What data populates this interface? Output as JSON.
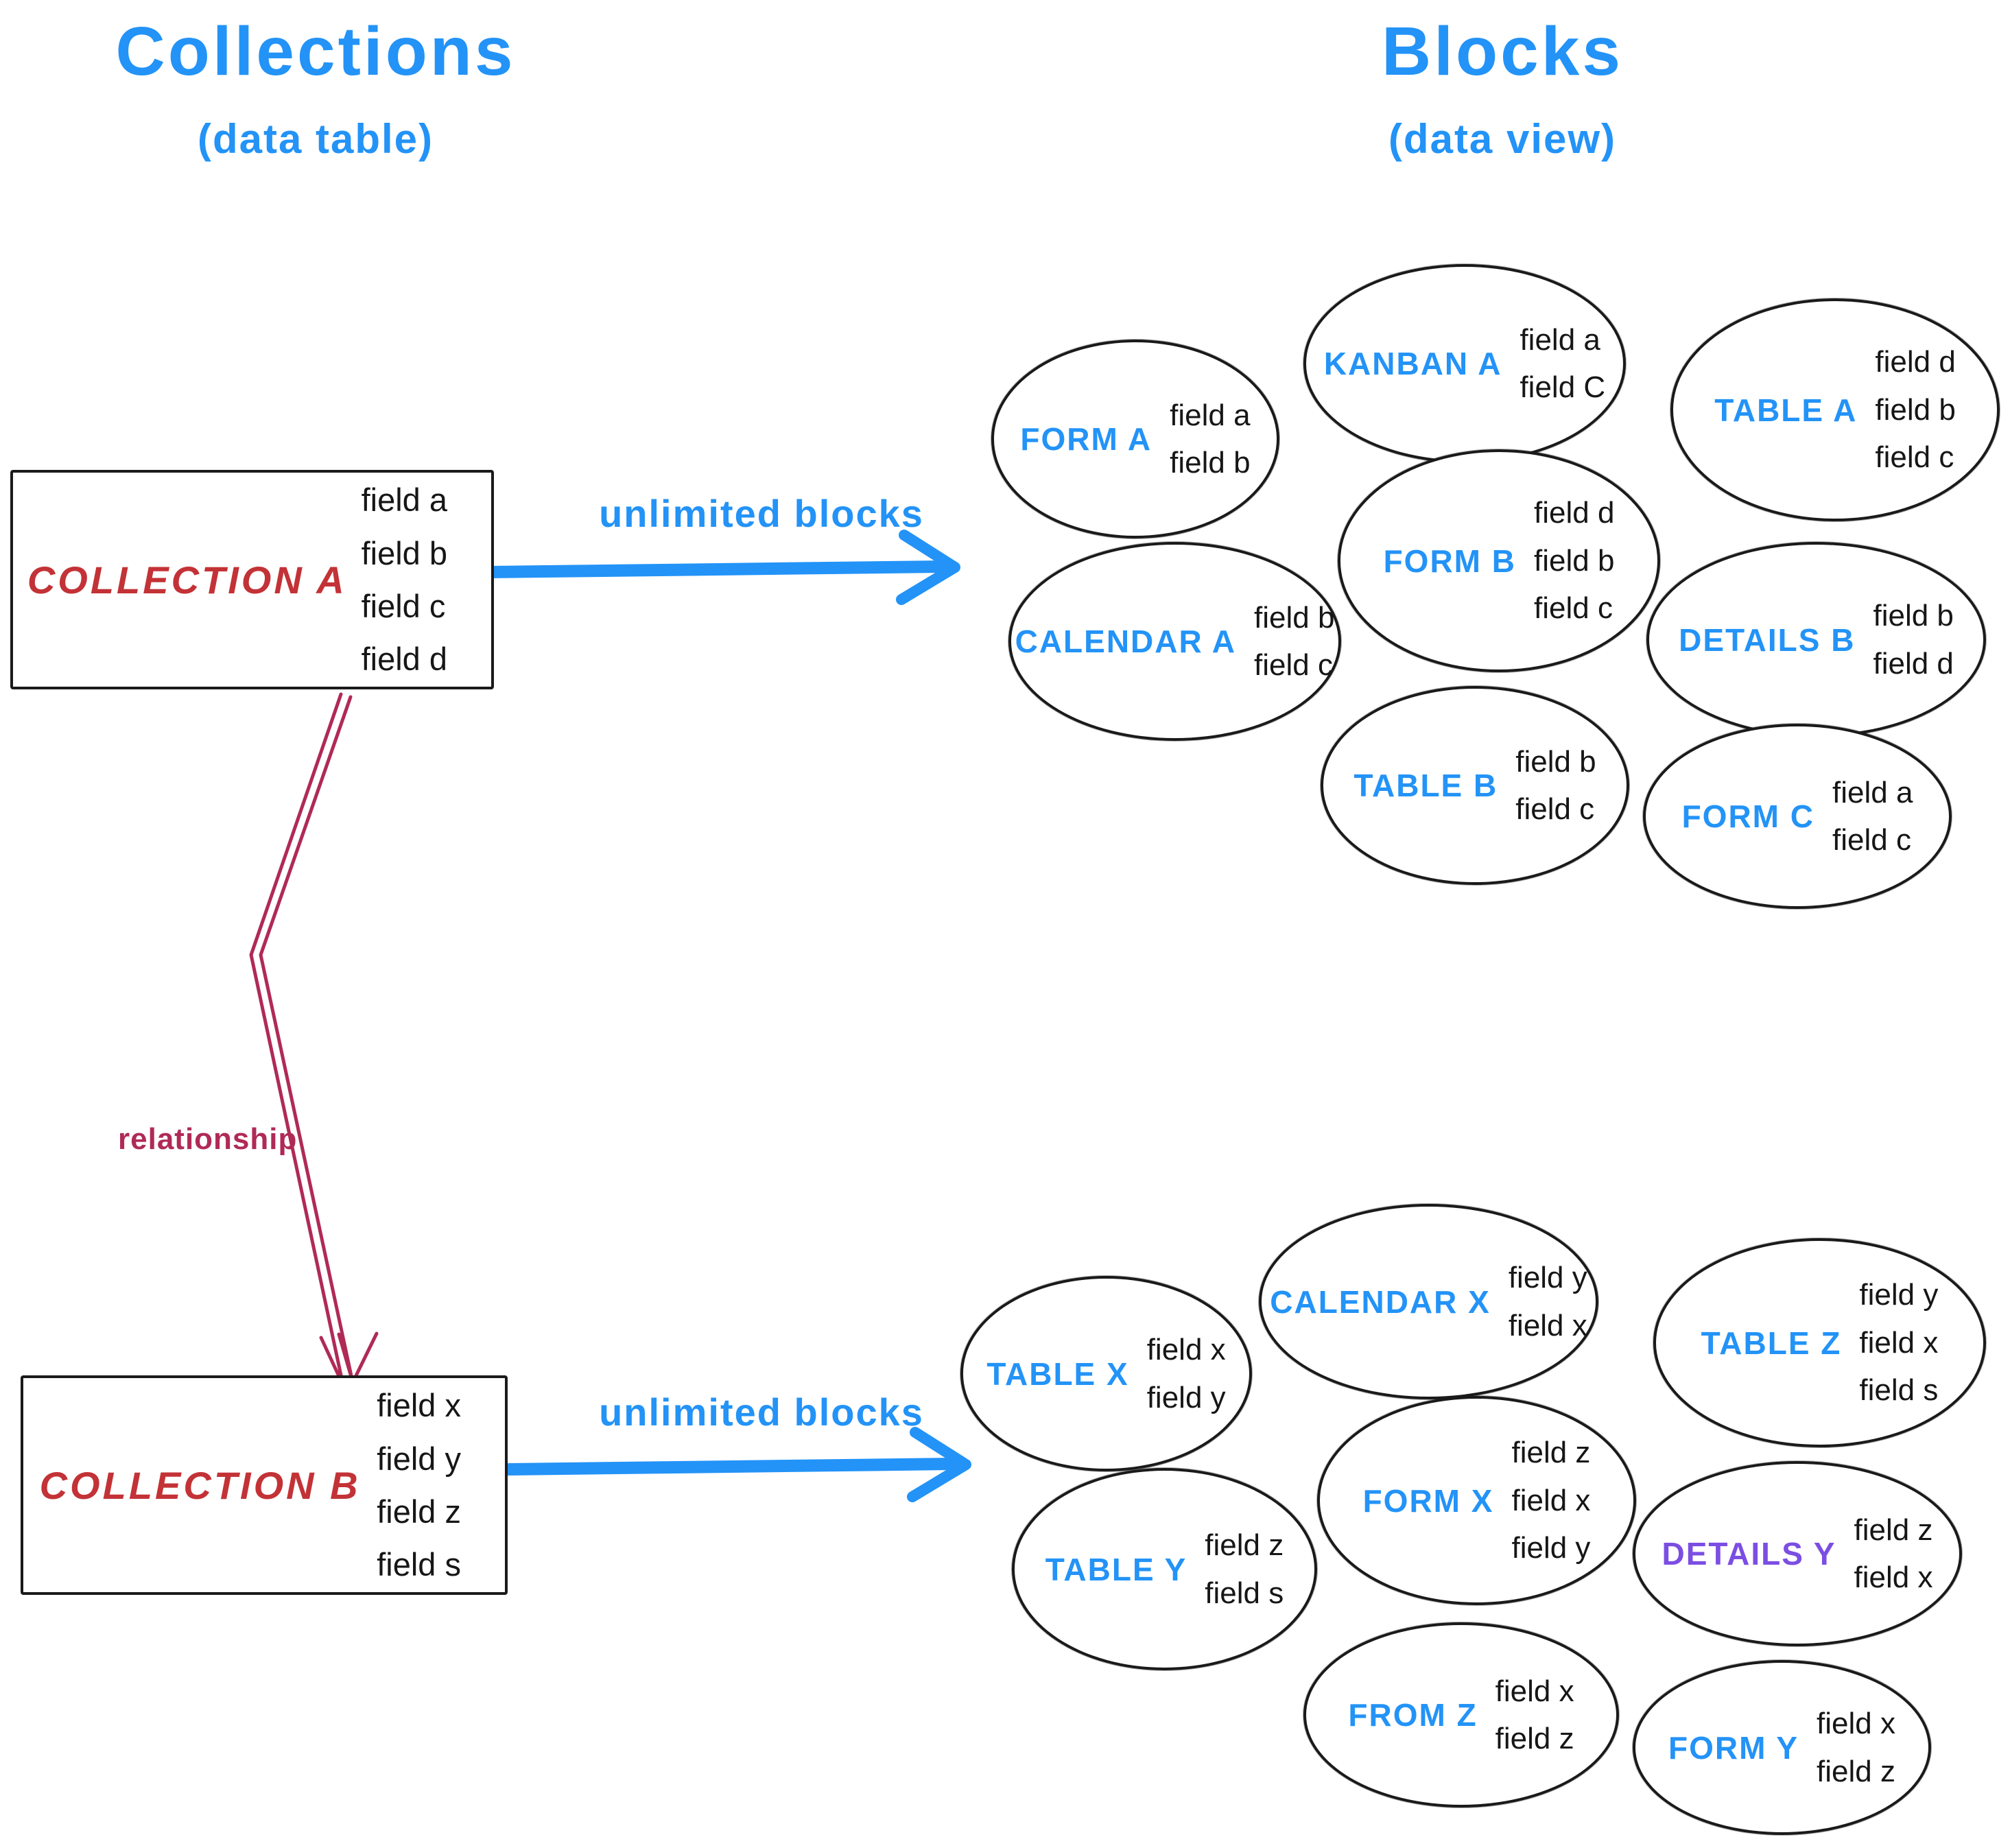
{
  "left_column": {
    "title": "Collections",
    "subtitle": "(data table)",
    "arrow_label_top": "unlimited blocks",
    "arrow_label_bottom": "unlimited blocks",
    "relationship_label": "relationship"
  },
  "right_column": {
    "title": "Blocks",
    "subtitle": "(data view)"
  },
  "collections": [
    {
      "label": "COLLECTION A",
      "fields": [
        "field a",
        "field b",
        "field c",
        "field d"
      ]
    },
    {
      "label": "COLLECTION B",
      "fields": [
        "field x",
        "field y",
        "field z",
        "field s"
      ]
    }
  ],
  "blocks_a": [
    {
      "key": "form-a",
      "label": "FORM A",
      "fields": [
        "field a",
        "field b"
      ]
    },
    {
      "key": "kanban-a",
      "label": "KANBAN A",
      "fields": [
        "field a",
        "field C"
      ]
    },
    {
      "key": "table-a",
      "label": "TABLE A",
      "fields": [
        "field d",
        "field b",
        "field c"
      ]
    },
    {
      "key": "calendar-a",
      "label": "CALENDAR A",
      "fields": [
        "field b",
        "field c"
      ]
    },
    {
      "key": "form-b",
      "label": "FORM B",
      "fields": [
        "field d",
        "field b",
        "field c"
      ]
    },
    {
      "key": "details-b",
      "label": "DETAILS B",
      "fields": [
        "field b",
        "field d"
      ]
    },
    {
      "key": "table-b",
      "label": "TABLE B",
      "fields": [
        "field b",
        "field c"
      ]
    },
    {
      "key": "form-c",
      "label": "FORM C",
      "fields": [
        "field a",
        "field c"
      ]
    }
  ],
  "blocks_b": [
    {
      "key": "table-x",
      "label": "TABLE X",
      "fields": [
        "field x",
        "field y"
      ]
    },
    {
      "key": "calendar-x",
      "label": "CALENDAR X",
      "fields": [
        "field y",
        "field x"
      ]
    },
    {
      "key": "table-z",
      "label": "TABLE Z",
      "fields": [
        "field y",
        "field x",
        "field s"
      ]
    },
    {
      "key": "table-y",
      "label": "TABLE Y",
      "fields": [
        "field z",
        "field s"
      ]
    },
    {
      "key": "form-x",
      "label": "FORM X",
      "fields": [
        "field z",
        "field x",
        "field y"
      ]
    },
    {
      "key": "details-y",
      "label": "DETAILS Y",
      "label_color": "#7b4ee3",
      "fields": [
        "field z",
        "field x"
      ]
    },
    {
      "key": "from-z",
      "label": "FROM Z",
      "fields": [
        "field x",
        "field z"
      ]
    },
    {
      "key": "form-y",
      "label": "FORM Y",
      "fields": [
        "field x",
        "field z"
      ]
    }
  ],
  "colors": {
    "blue": "#2393f7",
    "red": "#c33236",
    "crimson": "#b02a56",
    "purple": "#7b4ee3",
    "black": "#161616"
  }
}
